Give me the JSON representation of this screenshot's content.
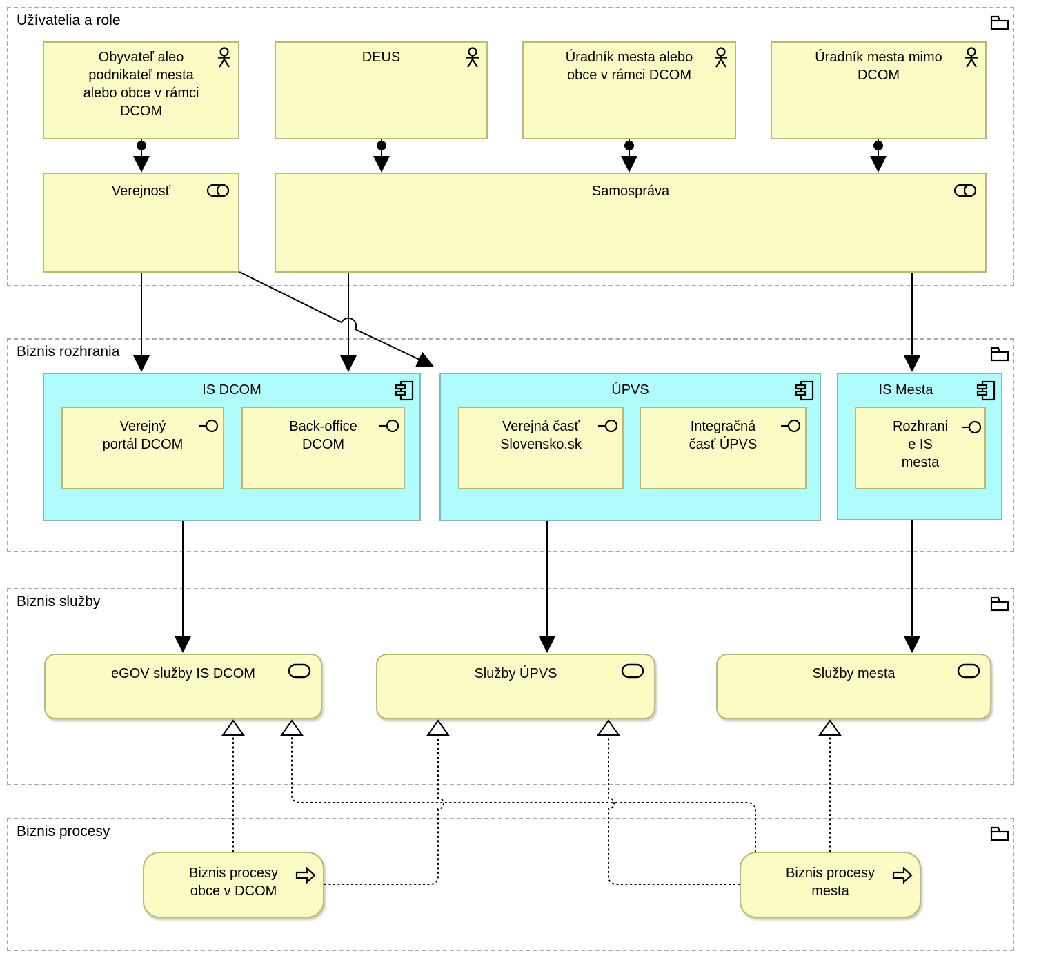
{
  "diagram": {
    "groups": [
      {
        "label": "Užívatelia a role"
      },
      {
        "label": "Biznis rozhrania"
      },
      {
        "label": "Biznis služby"
      },
      {
        "label": "Biznis procesy"
      }
    ],
    "actors": [
      {
        "label": "Obyvateľ aleo\npodnikateľ mesta\nalebo obce v rámci\nDCOM"
      },
      {
        "label": "DEUS"
      },
      {
        "label": "Úradník mesta alebo\nobce v rámci DCOM"
      },
      {
        "label": "Úradník mesta mimo\nDCOM"
      }
    ],
    "roles": [
      {
        "label": "Verejnosť"
      },
      {
        "label": "Samospráva"
      }
    ],
    "components": [
      {
        "label": "IS DCOM"
      },
      {
        "label": "ÚPVS"
      },
      {
        "label": "IS Mesta"
      }
    ],
    "interfaces": [
      {
        "label": "Verejný\nportál DCOM"
      },
      {
        "label": "Back-office\nDCOM"
      },
      {
        "label": "Verejná časť\nSlovensko.sk"
      },
      {
        "label": "Integračná\nčasť ÚPVS"
      },
      {
        "label": "Rozhrani\ne IS\nmesta"
      }
    ],
    "services": [
      {
        "label": "eGOV služby IS DCOM"
      },
      {
        "label": "Služby ÚPVS"
      },
      {
        "label": "Služby mesta"
      }
    ],
    "processes": [
      {
        "label": "Biznis procesy\nobce v DCOM"
      },
      {
        "label": "Biznis procesy\nmesta"
      }
    ],
    "colors": {
      "node_fill": "#FBFBC6",
      "node_border": "#B9B978",
      "component_fill": "#B0FCFC",
      "component_border": "#7FB9C0",
      "group_border": "#A8A8A8",
      "line": "#000000"
    }
  }
}
